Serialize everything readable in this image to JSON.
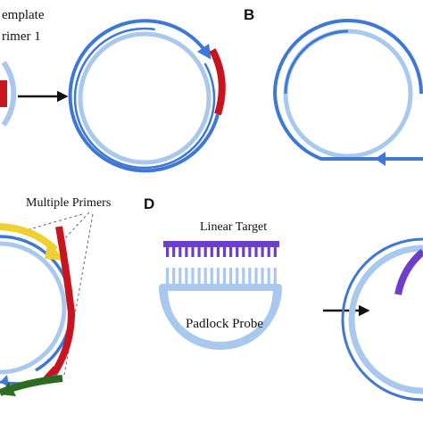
{
  "panels": {
    "a": {
      "template_label": "emplate",
      "primer_label": "rimer 1"
    },
    "b": {
      "letter": "B"
    },
    "c": {
      "primers_label": "Multiple Primers"
    },
    "d": {
      "letter": "D",
      "target_label": "Linear Target",
      "probe_label": "Padlock Probe"
    }
  },
  "colors": {
    "circle_light": "#a9c8ee",
    "circle_dark": "#3f78d4",
    "primer_red": "#c8141e",
    "primer_yellow": "#f0d030",
    "primer_green": "#2e6b22",
    "target_purple": "#6d3fc8",
    "probe_light": "#a9c8ee"
  }
}
